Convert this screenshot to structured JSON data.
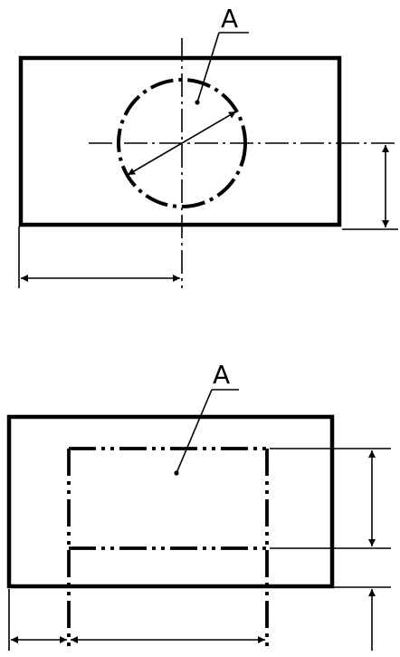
{
  "figures": [
    {
      "id": "top",
      "label": "A"
    },
    {
      "id": "bottom",
      "label": "A"
    }
  ]
}
